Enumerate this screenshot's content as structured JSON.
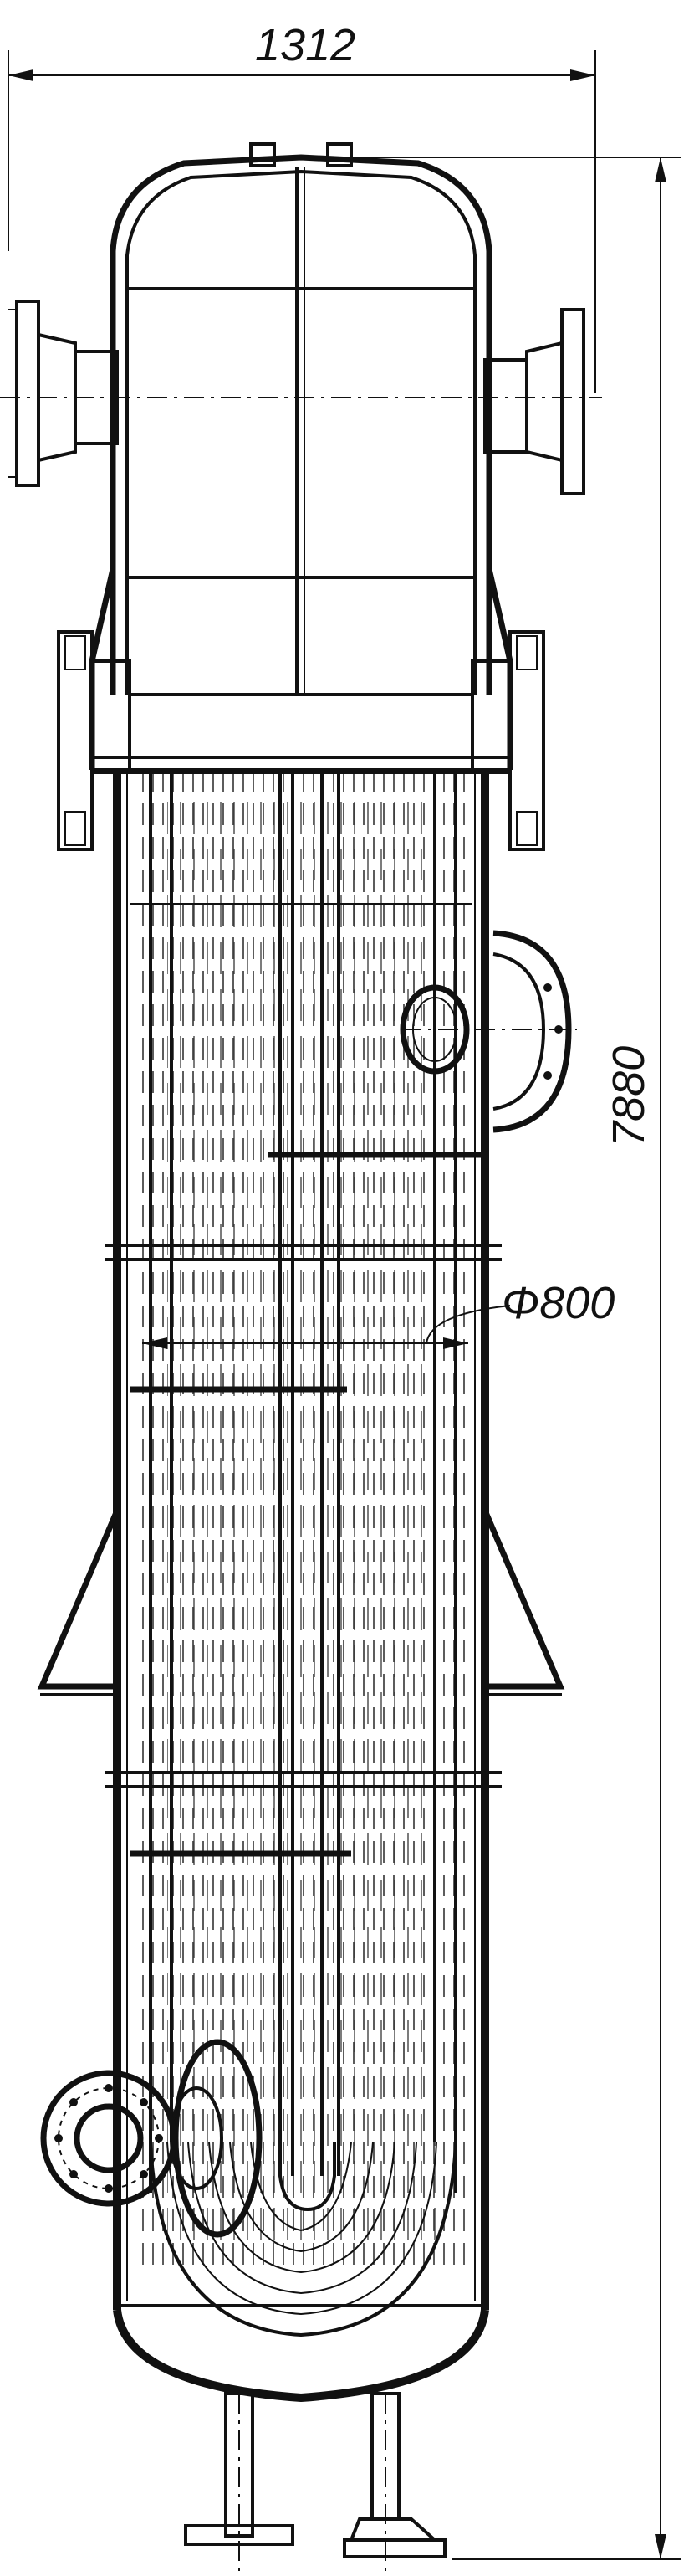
{
  "dimensions": {
    "width_label": "1312",
    "height_label": "7880",
    "diameter_label": "Φ800"
  },
  "colors": {
    "line": "#111111",
    "background": "#ffffff"
  }
}
